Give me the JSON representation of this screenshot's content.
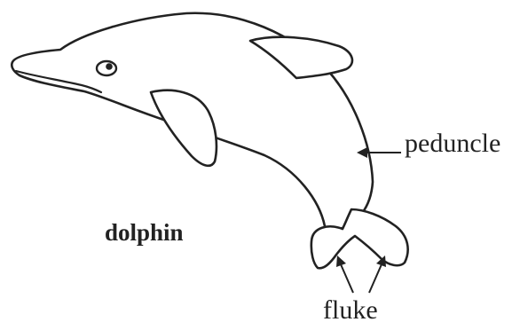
{
  "diagram": {
    "subject_label": "dolphin",
    "parts": [
      {
        "name": "peduncle",
        "label": "peduncle"
      },
      {
        "name": "fluke",
        "label": "fluke"
      }
    ],
    "colors": {
      "line": "#222222",
      "background": "#ffffff"
    }
  }
}
